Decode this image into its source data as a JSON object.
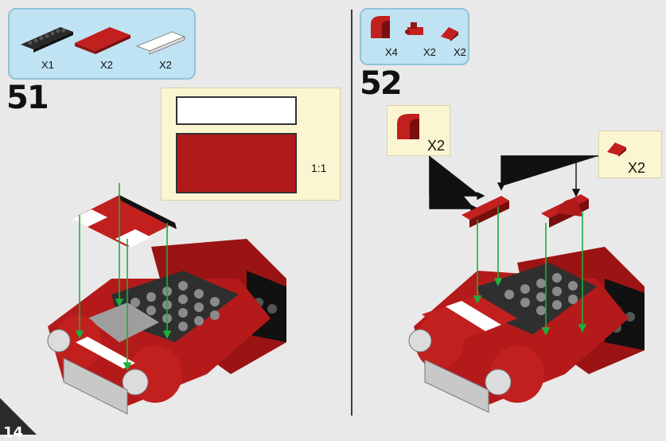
{
  "step51": {
    "number": "51",
    "parts": [
      {
        "name": "black-plate-1x8",
        "qty": "X1"
      },
      {
        "name": "red-tile-2x4",
        "qty": "X2"
      },
      {
        "name": "white-tile-1x4",
        "qty": "X2"
      }
    ],
    "callout_scale": "1:1"
  },
  "step52": {
    "number": "52",
    "parts": [
      {
        "name": "red-curved-slope",
        "qty": "X4"
      },
      {
        "name": "red-clip-plate",
        "qty": "X2"
      },
      {
        "name": "red-wedge-slope",
        "qty": "X2"
      }
    ],
    "callout_left_qty": "X2",
    "callout_right_qty": "X2"
  },
  "page": {
    "number": "14"
  },
  "colors": {
    "brick_red": "#b01a1a",
    "arrow_green": "#1fae3c",
    "parts_bg": "#bfe3f2",
    "callout_bg": "#fbf6d1"
  }
}
